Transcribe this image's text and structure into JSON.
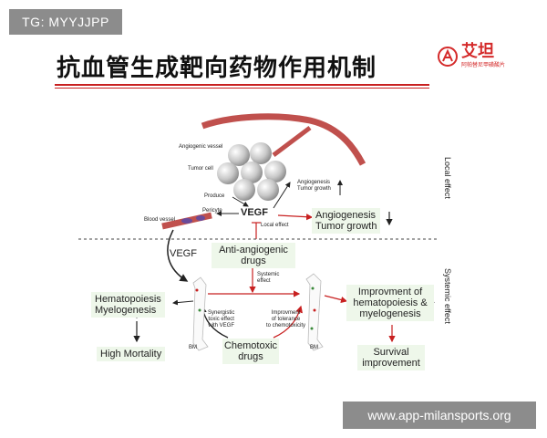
{
  "overlay": {
    "tag": "TG: MYYJJPP",
    "watermark": "www.app-milansports.org"
  },
  "header": {
    "title": "抗血管生成靶向药物作用机制",
    "logo_name": "艾坦",
    "logo_sub": "阿帕替尼甲磺酸片"
  },
  "diagram": {
    "sections": {
      "local": "Local effect",
      "systemic": "Systemic effect"
    },
    "labels": {
      "angiogenic_vessel": "Angiogenic vessel",
      "tumor_cell": "Tumor cell",
      "produce": "Produce",
      "pericyte": "Pericyte",
      "blood_vessel": "Blood vessel",
      "vegf_center": "VEGF",
      "local_effect": "Local effect",
      "angio_growth_small_1": "Angiogenesis",
      "angio_growth_small_2": "Tumor growth",
      "angio_growth_1": "Angiogenesis",
      "angio_growth_2": "Tumor growth",
      "vegf_left": "VEGF",
      "anti_angio_1": "Anti-angiogenic",
      "anti_angio_2": "drugs",
      "systemic_effect_1": "Systemic",
      "systemic_effect_2": "effect",
      "hemato_left_1": "Hematopoiesis",
      "hemato_left_2": "Myelogenesis",
      "high_mortality": "High Mortality",
      "synergistic_1": "Synergistic",
      "synergistic_2": "toxic effect",
      "synergistic_3": "with VEGF",
      "tolerance_1": "Improvment",
      "tolerance_2": "of tolerance",
      "tolerance_3": "to chemotoxicity",
      "chemo_1": "Chemotoxic",
      "chemo_2": "drugs",
      "bm_left": "BM",
      "bm_right": "BM",
      "improv_1": "Improvment of",
      "improv_2": "hematopoiesis &",
      "improv_3": "myelogenesis",
      "survival_1": "Survival",
      "survival_2": "improvement"
    }
  },
  "colors": {
    "accent": "#c82020",
    "arrow": "#222222",
    "box": "#eef7ea",
    "vessel": "#c0504d"
  }
}
